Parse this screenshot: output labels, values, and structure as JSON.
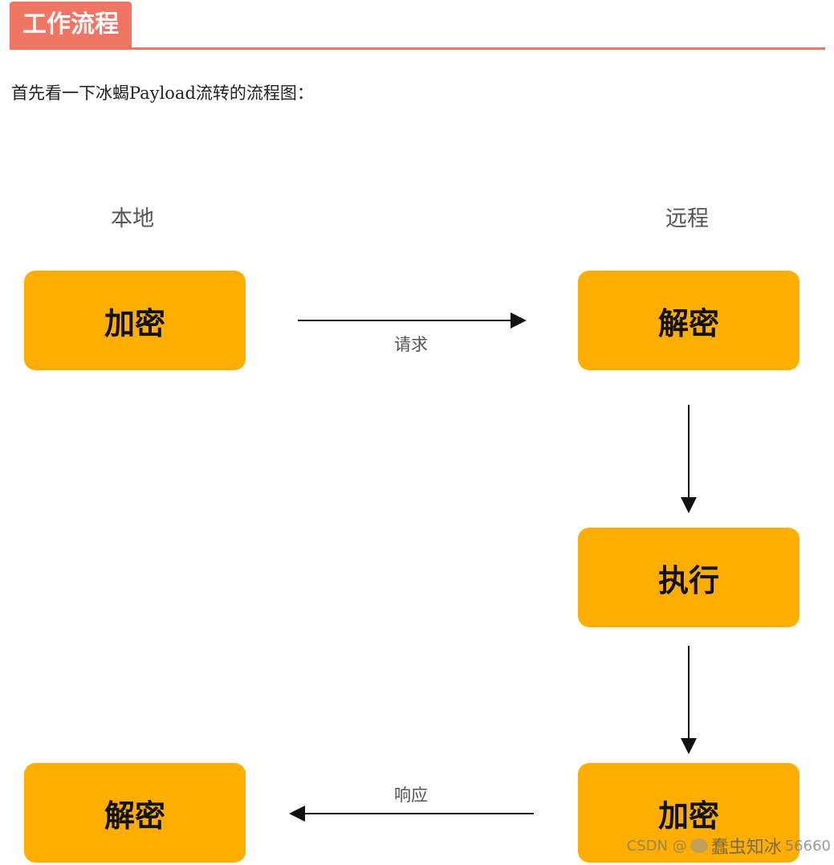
{
  "header": {
    "title": "工作流程"
  },
  "intro_text": "首先看一下冰蝎Payload流转的流程图：",
  "diagram": {
    "local_label": "本地",
    "remote_label": "远程",
    "local_encrypt": "加密",
    "remote_decrypt": "解密",
    "remote_execute": "执行",
    "remote_encrypt": "加密",
    "local_decrypt": "解密",
    "request_label": "请求",
    "response_label": "响应",
    "box_color": "#feae00"
  },
  "watermark": {
    "csdn": "CSDN @",
    "wechat_name": "蠢虫知冰",
    "id": "56660"
  }
}
